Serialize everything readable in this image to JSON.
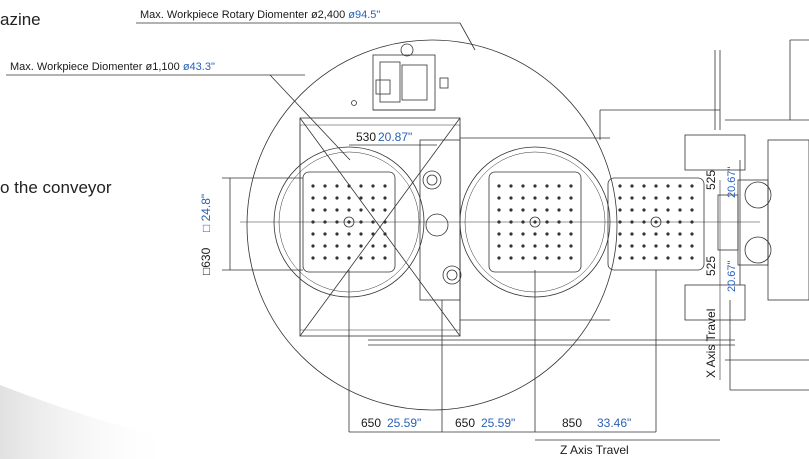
{
  "side_text": {
    "magazine": "azine",
    "conveyor": "o the conveyor"
  },
  "callouts": {
    "rotary": {
      "label": "Max. Workpiece Rotary Diomenter ø2,400",
      "value": "ø94.5\""
    },
    "diameter": {
      "label": "Max. Workpiece Diomenter ø1,100",
      "value": "ø43.3\""
    }
  },
  "dimensions": {
    "top_530": "530",
    "top_530_in": "20.87\"",
    "left_630": "□630",
    "left_630_in": "□ 24.8\"",
    "right_525_top": "525",
    "right_525_top_in": "20.67\"",
    "right_525_bot": "525",
    "right_525_bot_in": "20.67\"",
    "x_axis": "X Axis Travel",
    "z_axis": "Z Axis Travel",
    "bottom": [
      {
        "mm": "650",
        "in": "25.59\""
      },
      {
        "mm": "650",
        "in": "25.59\""
      },
      {
        "mm": "850",
        "in": "33.46\""
      }
    ]
  },
  "colors": {
    "line": "#333333",
    "imperial": "#2a62b8"
  }
}
